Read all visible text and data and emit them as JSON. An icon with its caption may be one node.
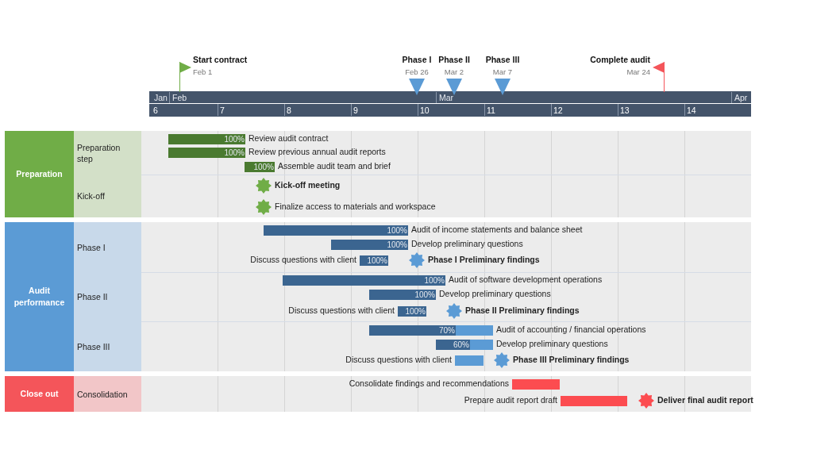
{
  "diagram": {
    "nodes": [
      {
        "text": [],
        "shape": "flag",
        "beside": [
          "Start contract",
          "Feb 1"
        ]
      },
      {
        "text": [],
        "shape": "triangle",
        "beside": [
          "Phase I",
          "Feb 26"
        ]
      },
      {
        "text": [],
        "shape": "triangle",
        "beside": [
          "Phase II",
          "Mar 2"
        ]
      },
      {
        "text": [],
        "shape": "triangle",
        "beside": [
          "Phase III",
          "Mar 7"
        ]
      },
      {
        "text": [],
        "shape": "flag",
        "beside": [
          "Complete audit",
          "Mar 24"
        ]
      },
      {
        "text": [
          "Preparation"
        ]
      },
      {
        "text": [
          "Preparation step"
        ]
      },
      {
        "text": [
          "100%"
        ],
        "beside": [
          "Review audit contract"
        ]
      },
      {
        "text": [
          "100%"
        ],
        "beside": [
          "Review previous annual audit reports"
        ]
      },
      {
        "text": [
          "100%"
        ],
        "beside": [
          "Assemble audit team and brief"
        ]
      },
      {
        "text": [
          "Kick-off"
        ]
      },
      {
        "text": [],
        "shape": "star",
        "beside": [
          "Kick-off meeting"
        ]
      },
      {
        "text": [],
        "shape": "star",
        "beside": [
          "Finalize access to materials and workspace"
        ]
      },
      {
        "text": [
          "Audit performance"
        ]
      },
      {
        "text": [
          "Phase I"
        ]
      },
      {
        "text": [
          "100%"
        ],
        "beside": [
          "Audit of income statements and balance sheet"
        ]
      },
      {
        "text": [
          "100%"
        ],
        "beside": [
          "Develop preliminary questions"
        ]
      },
      {
        "text": [
          "100%"
        ],
        "beside": [
          "Discuss questions with client"
        ]
      },
      {
        "text": [],
        "shape": "star",
        "beside": [
          "Phase I Preliminary findings"
        ]
      },
      {
        "text": [
          "Phase II"
        ]
      },
      {
        "text": [
          "100%"
        ],
        "beside": [
          "Audit of software development operations"
        ]
      },
      {
        "text": [
          "100%"
        ],
        "beside": [
          "Develop preliminary questions"
        ]
      },
      {
        "text": [
          "100%"
        ],
        "beside": [
          "Discuss questions with client"
        ]
      },
      {
        "text": [],
        "shape": "star",
        "beside": [
          "Phase II Preliminary findings"
        ]
      },
      {
        "text": [
          "Phase III"
        ]
      },
      {
        "text": [
          "70%"
        ],
        "beside": [
          "Audit of accounting / financial operations"
        ]
      },
      {
        "text": [
          "60%"
        ],
        "beside": [
          "Develop preliminary questions"
        ]
      },
      {
        "text": [],
        "shape": "bar",
        "beside": [
          "Discuss questions with client"
        ]
      },
      {
        "text": [],
        "shape": "star",
        "beside": [
          "Phase III Preliminary findings"
        ]
      },
      {
        "text": [
          "Close out"
        ]
      },
      {
        "text": [
          "Consolidation"
        ]
      },
      {
        "text": [],
        "shape": "bar",
        "beside": [
          "Consolidate findings and recommendations"
        ]
      },
      {
        "text": [],
        "shape": "bar",
        "beside": [
          "Prepare audit report draft"
        ]
      },
      {
        "text": [],
        "shape": "star",
        "beside": [
          "Deliver final audit report"
        ]
      }
    ],
    "labels": [
      "Jan",
      "Feb",
      "Mar",
      "Apr",
      "6",
      "7",
      "8",
      "9",
      "10",
      "11",
      "12",
      "13",
      "14"
    ]
  }
}
